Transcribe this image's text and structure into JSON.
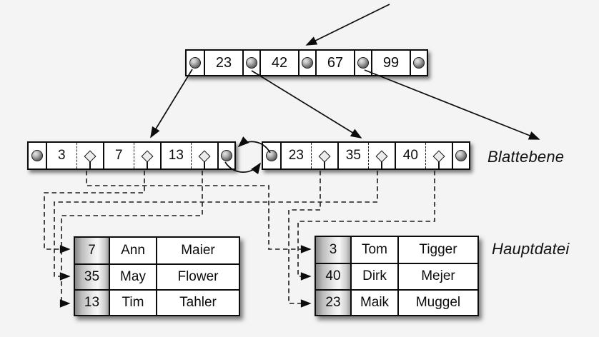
{
  "root_node": {
    "keys": [
      "23",
      "42",
      "67",
      "99"
    ]
  },
  "leaf_level": {
    "label": "Blattebene",
    "left_leaf": {
      "keys": [
        "3",
        "7",
        "13"
      ]
    },
    "right_leaf": {
      "keys": [
        "23",
        "35",
        "40"
      ]
    }
  },
  "main_file": {
    "label": "Hauptdatei",
    "left_table": {
      "rows": [
        [
          "7",
          "Ann",
          "Maier"
        ],
        [
          "35",
          "May",
          "Flower"
        ],
        [
          "13",
          "Tim",
          "Tahler"
        ]
      ]
    },
    "right_table": {
      "rows": [
        [
          "3",
          "Tom",
          "Tigger"
        ],
        [
          "40",
          "Dirk",
          "Mejer"
        ],
        [
          "23",
          "Maik",
          "Muggel"
        ]
      ]
    }
  },
  "icons": {
    "pointer_circle": "●",
    "record_pointer_diamond": "◇",
    "arrow": "→"
  },
  "colors": {
    "background": "#f4f4f5",
    "line": "#0d0d0d",
    "node_fill": "#ffffff",
    "key_column_gradient": "#868686 → #f6f6f6 → #9e9e9e"
  }
}
